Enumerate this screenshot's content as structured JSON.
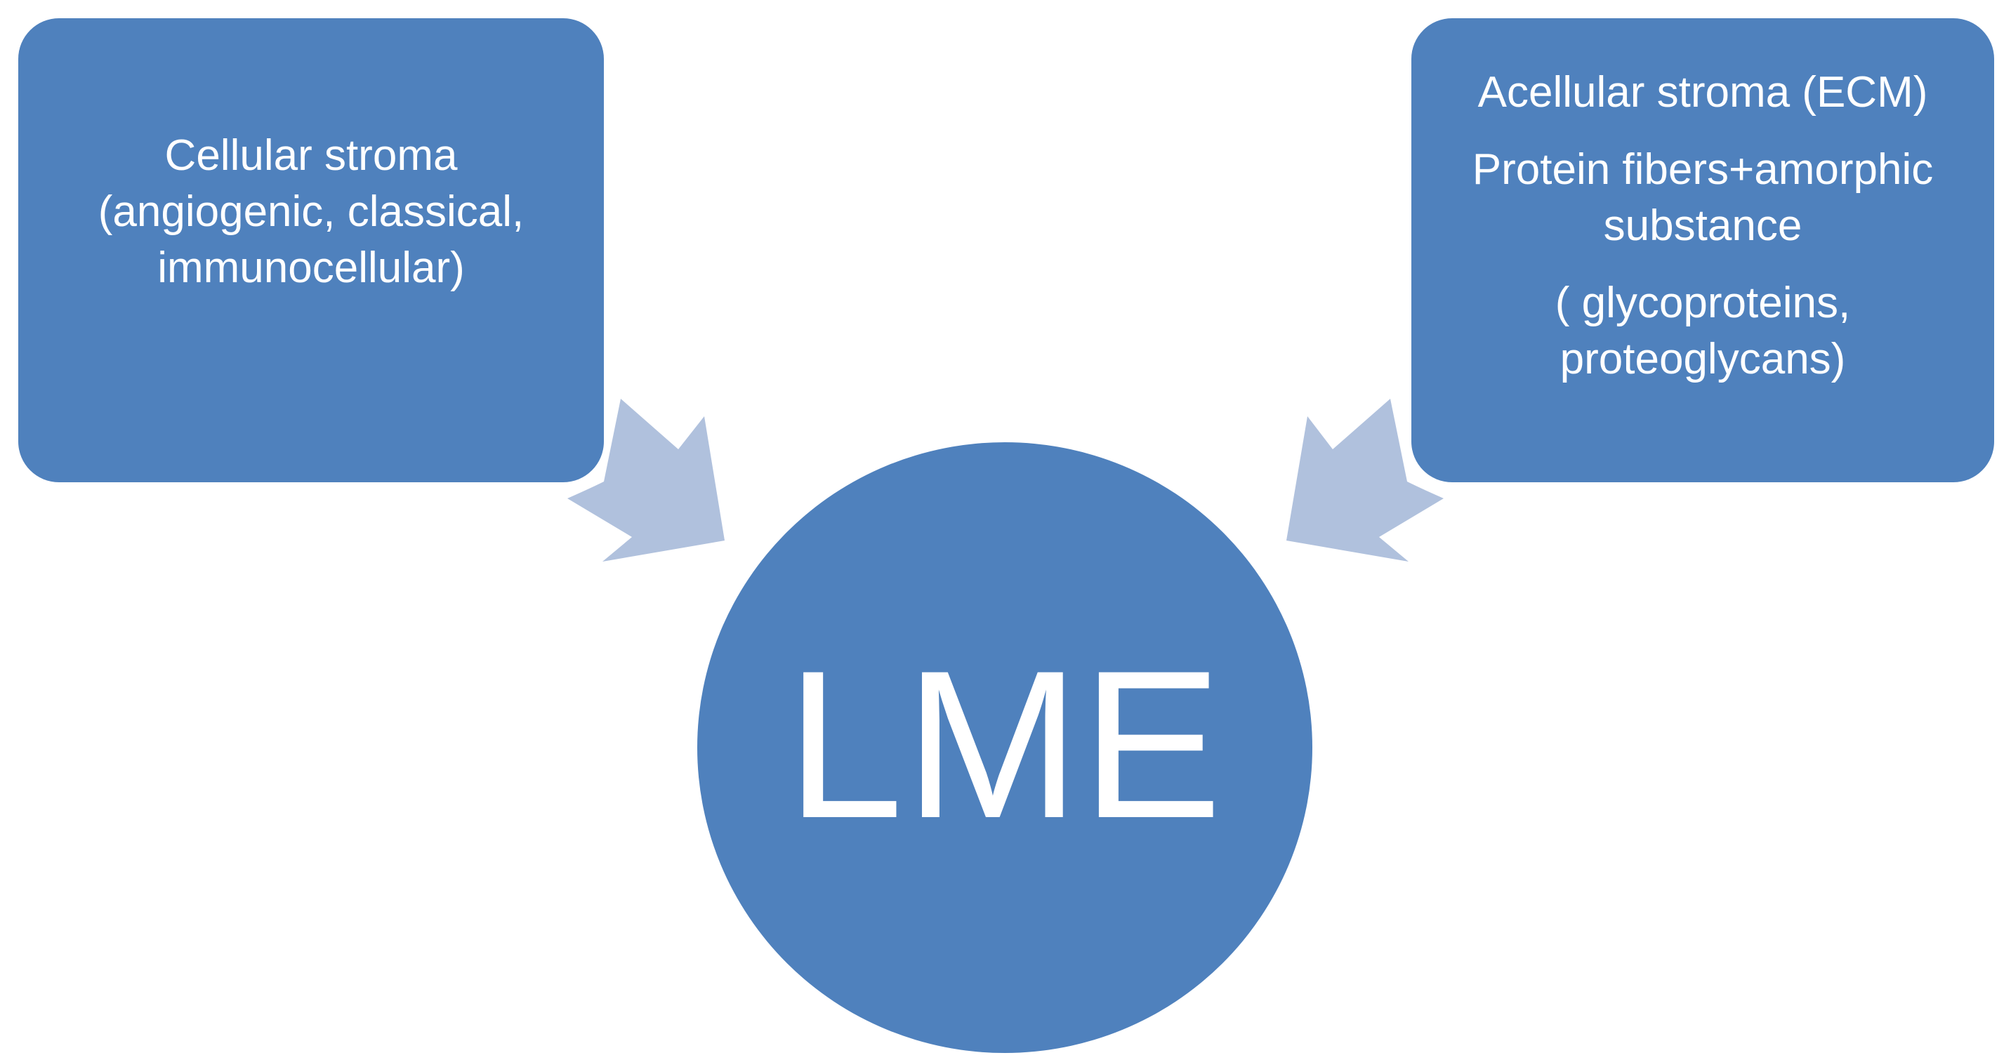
{
  "diagram": {
    "colors": {
      "shape_fill": "#4f81bd",
      "arrow_fill": "#b0c1dd",
      "text": "#ffffff"
    },
    "left_box": {
      "line1": "Cellular stroma",
      "line2": "(angiogenic, classical,",
      "line3": "immunocellular)"
    },
    "right_box": {
      "line1": "Acellular stroma (ECM)",
      "line2": "Protein fibers+amorphic",
      "line3": "substance",
      "line4": "( glycoproteins,",
      "line5": "proteoglycans)"
    },
    "center": {
      "label": "LME"
    }
  }
}
